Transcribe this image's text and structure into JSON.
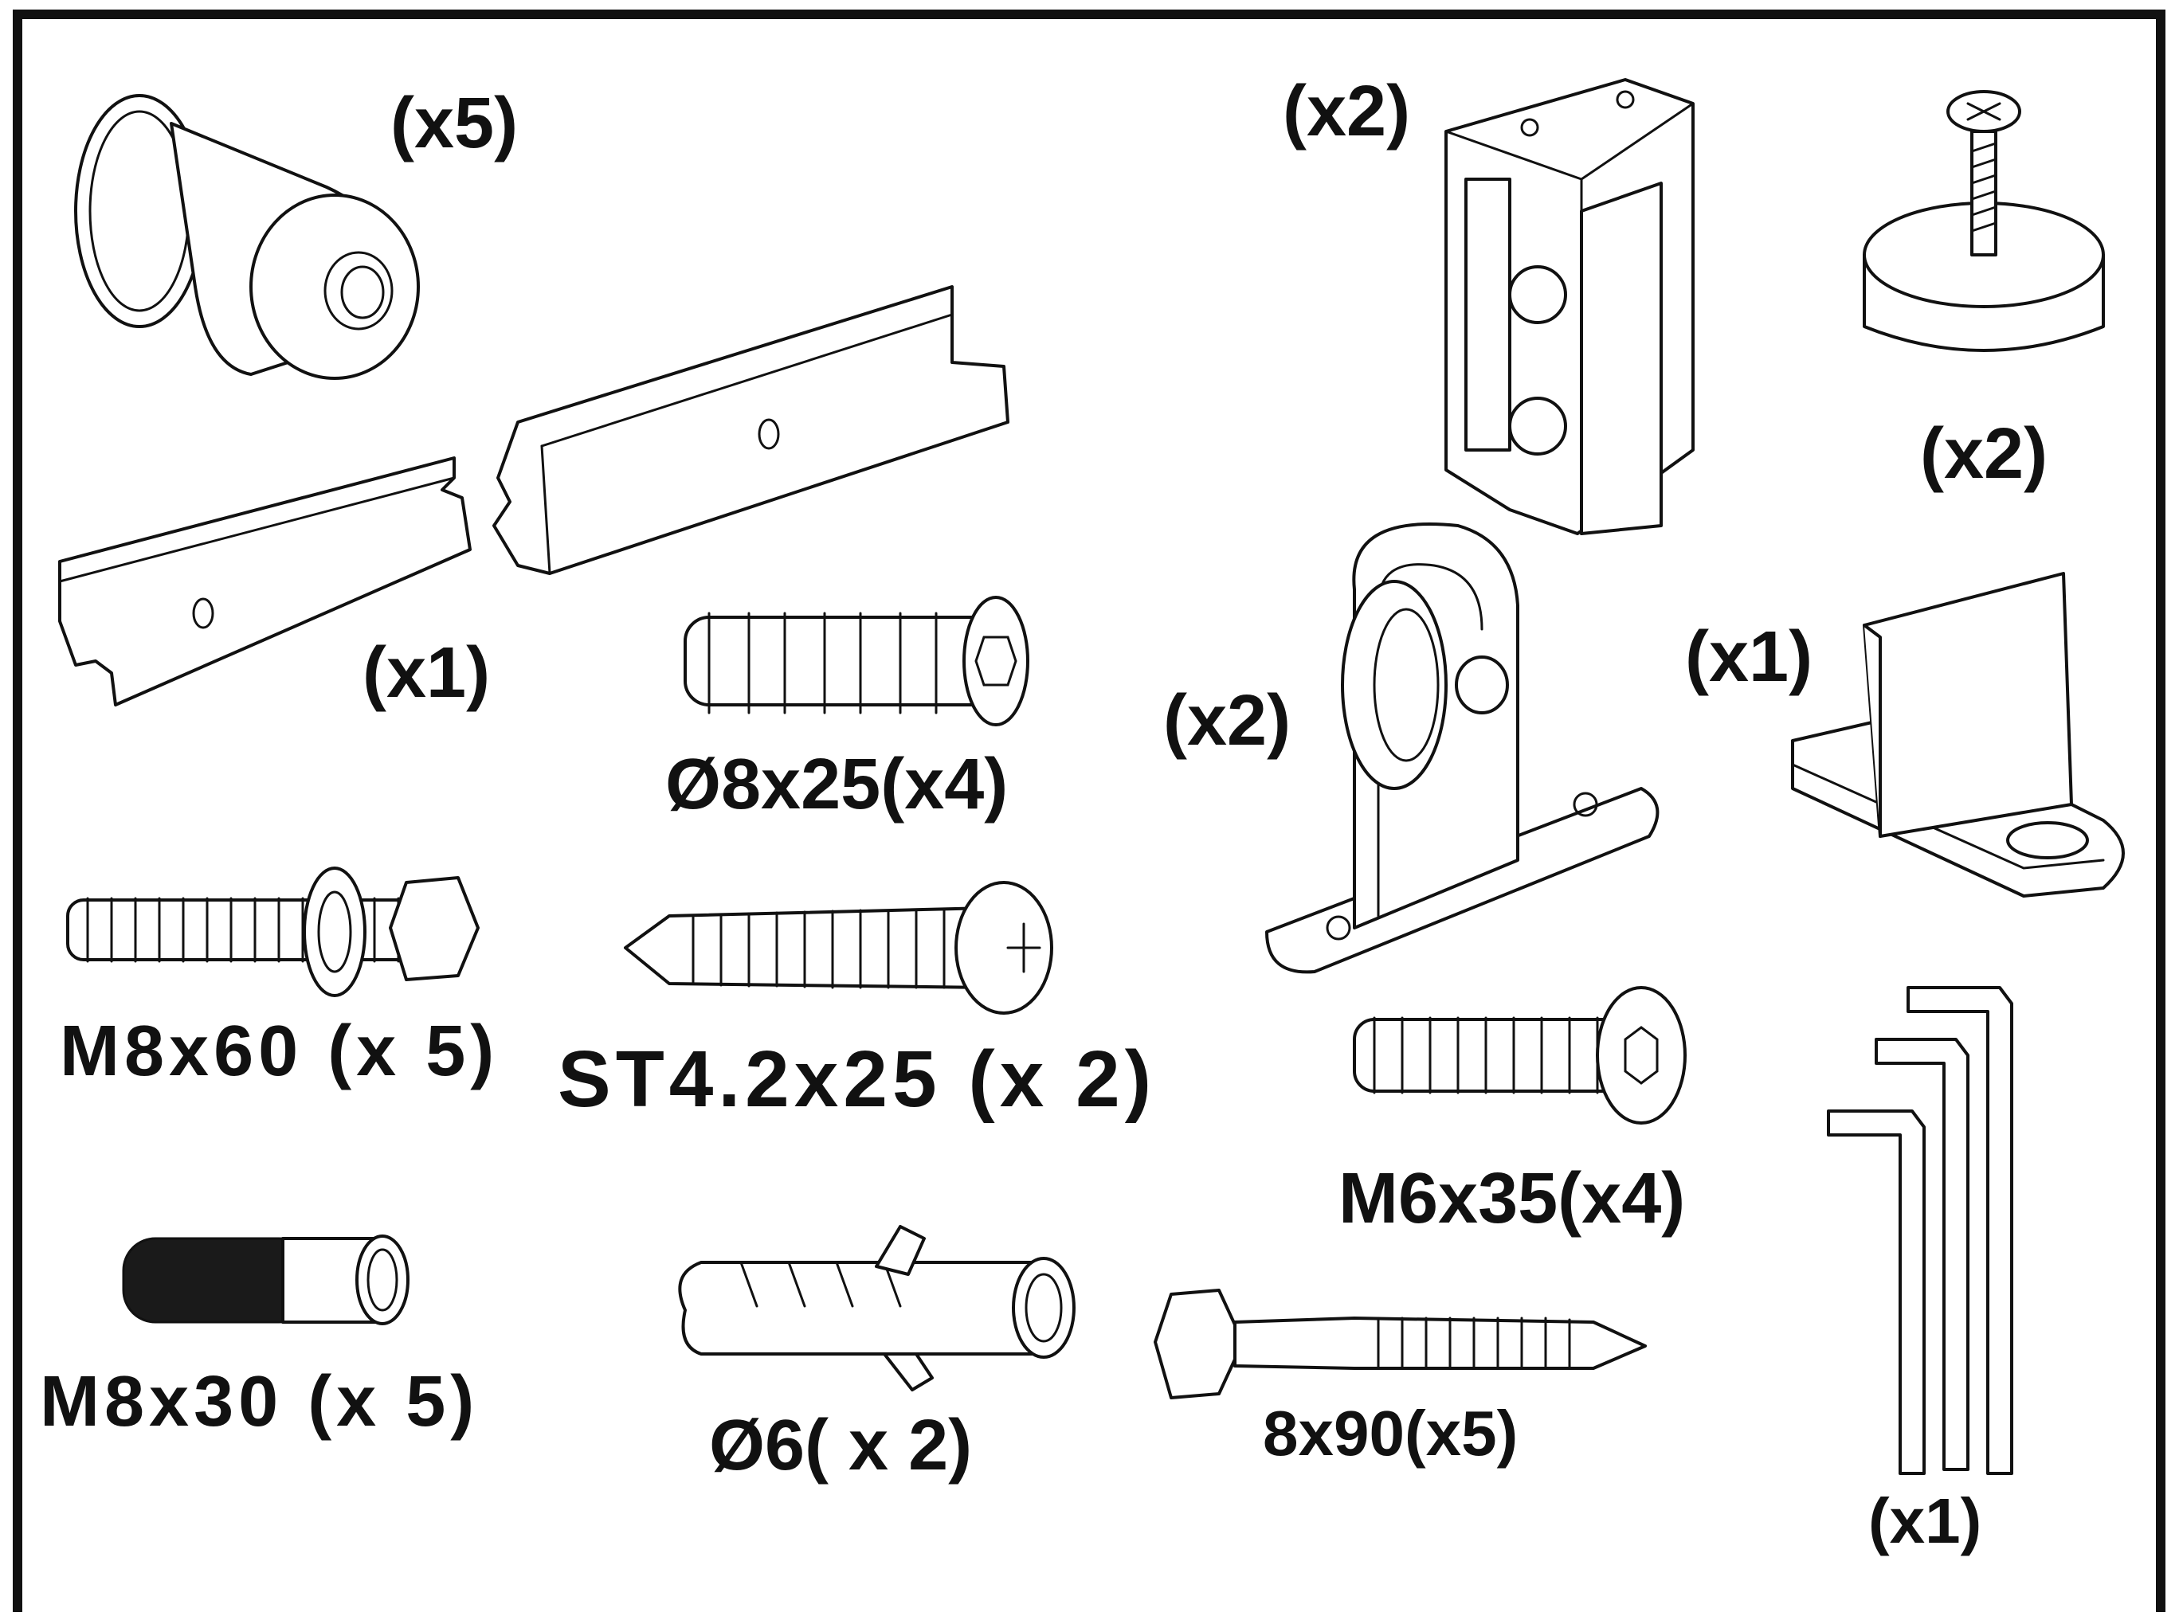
{
  "labels": {
    "cap_qty": "(x5)",
    "rail_qty": "(x1)",
    "anchor_qty": "Ø8x25(x4)",
    "bolt_m8x60": "M8x60 (x 5)",
    "screw_st42": "ST4.2x25 (x 2)",
    "nut_m8x30": "M8x30 (x 5)",
    "plug_d6": "Ø6( x 2)",
    "lag_8x90": "8x90(x5)",
    "guide_qty": "(x2)",
    "stopper_qty": "(x2)",
    "hanger_qty": "(x2)",
    "floor_guide_qty": "(x1)",
    "m6_screw": "M6x35(x4)",
    "hex_keys_qty": "(x1)"
  },
  "icons": [
    "spacer-cap-icon",
    "rail-icon",
    "anchor-insert-icon",
    "hex-bolt-icon",
    "pan-head-screw-icon",
    "knurled-nut-icon",
    "wall-plug-icon",
    "lag-screw-icon",
    "guide-bracket-icon",
    "door-stopper-icon",
    "hanger-roller-icon",
    "floor-guide-icon",
    "socket-screw-icon",
    "hex-key-set-icon"
  ],
  "colors": {
    "ink": "#111111",
    "paper": "#ffffff"
  }
}
